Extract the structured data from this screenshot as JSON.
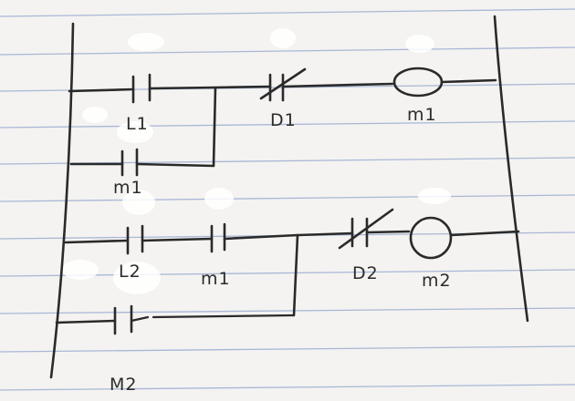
{
  "diagram": {
    "type": "ladder-logic",
    "colors": {
      "paper": "#f4f3f1",
      "ruled_line": "#a9b7d6",
      "ink": "#2a2a2a"
    },
    "rung1": {
      "contact_l1_label": "L1",
      "contact_m1_label": "m1",
      "contact_d1_label": "D1",
      "coil_m1_label": "m1"
    },
    "rung2": {
      "contact_l2_label": "L2",
      "contact_m1_label": "m1",
      "contact_m2_label": "M2",
      "contact_d2_label": "D2",
      "coil_m2_label": "m2"
    }
  }
}
